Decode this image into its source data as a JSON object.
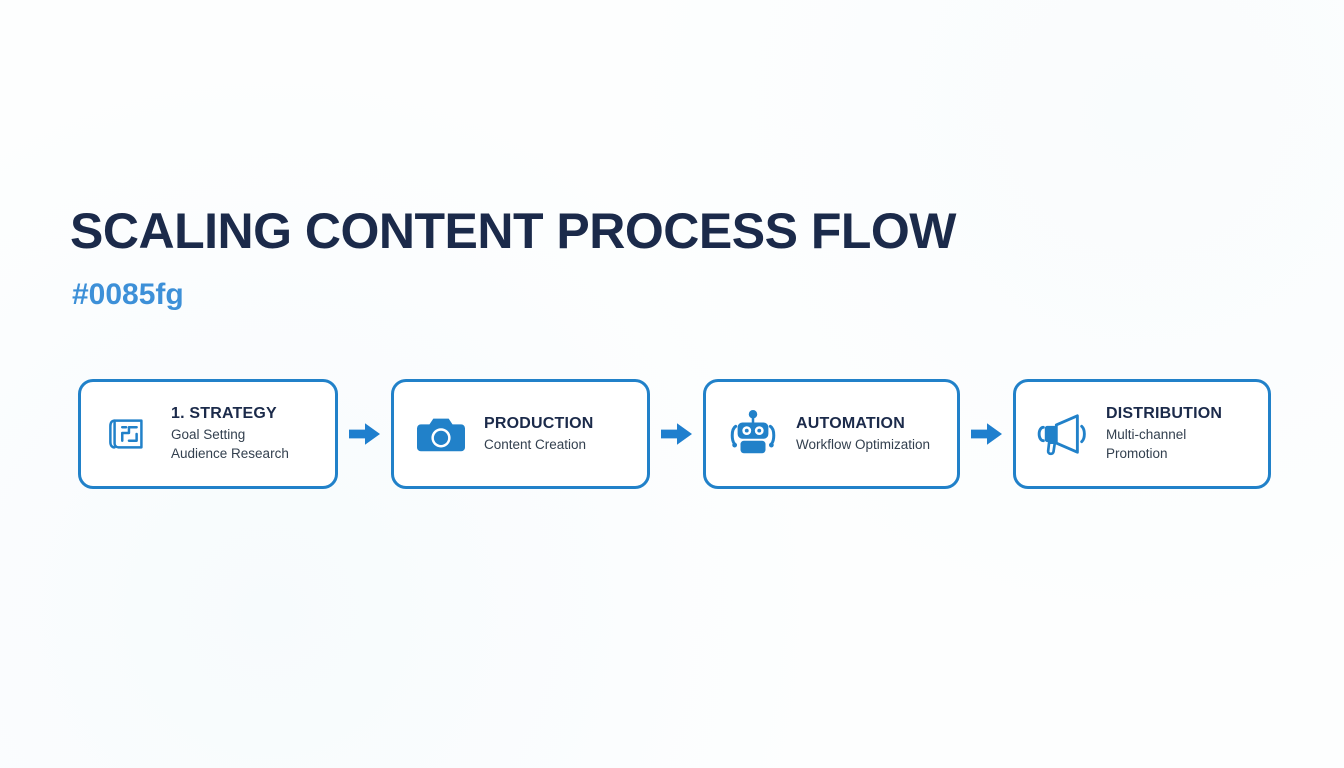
{
  "slide": {
    "title": "SCALING CONTENT PROCESS FLOW",
    "subtitle": "#0085fg",
    "background_color": "#fdfefe",
    "title_color": "#1b2a4a",
    "subtitle_color": "#3d90d8",
    "accent_color": "#2181c9",
    "arrow_color": "#1f7fce"
  },
  "steps": [
    {
      "icon": "blueprint-icon",
      "title": "1. STRATEGY",
      "desc_lines": [
        "Goal Setting",
        "Audience Research"
      ]
    },
    {
      "icon": "camera-icon",
      "title": "PRODUCTION",
      "desc_lines": [
        "Content Creation"
      ]
    },
    {
      "icon": "robot-icon",
      "title": "AUTOMATION",
      "desc_lines": [
        "Workflow Optimization"
      ]
    },
    {
      "icon": "megaphone-icon",
      "title": "DISTRIBUTION",
      "desc_lines": [
        "Multi-channel",
        "Promotion"
      ]
    }
  ],
  "connectors": [
    {
      "icon": "arrow-right-icon"
    },
    {
      "icon": "arrow-right-icon"
    },
    {
      "icon": "arrow-right-icon"
    }
  ]
}
